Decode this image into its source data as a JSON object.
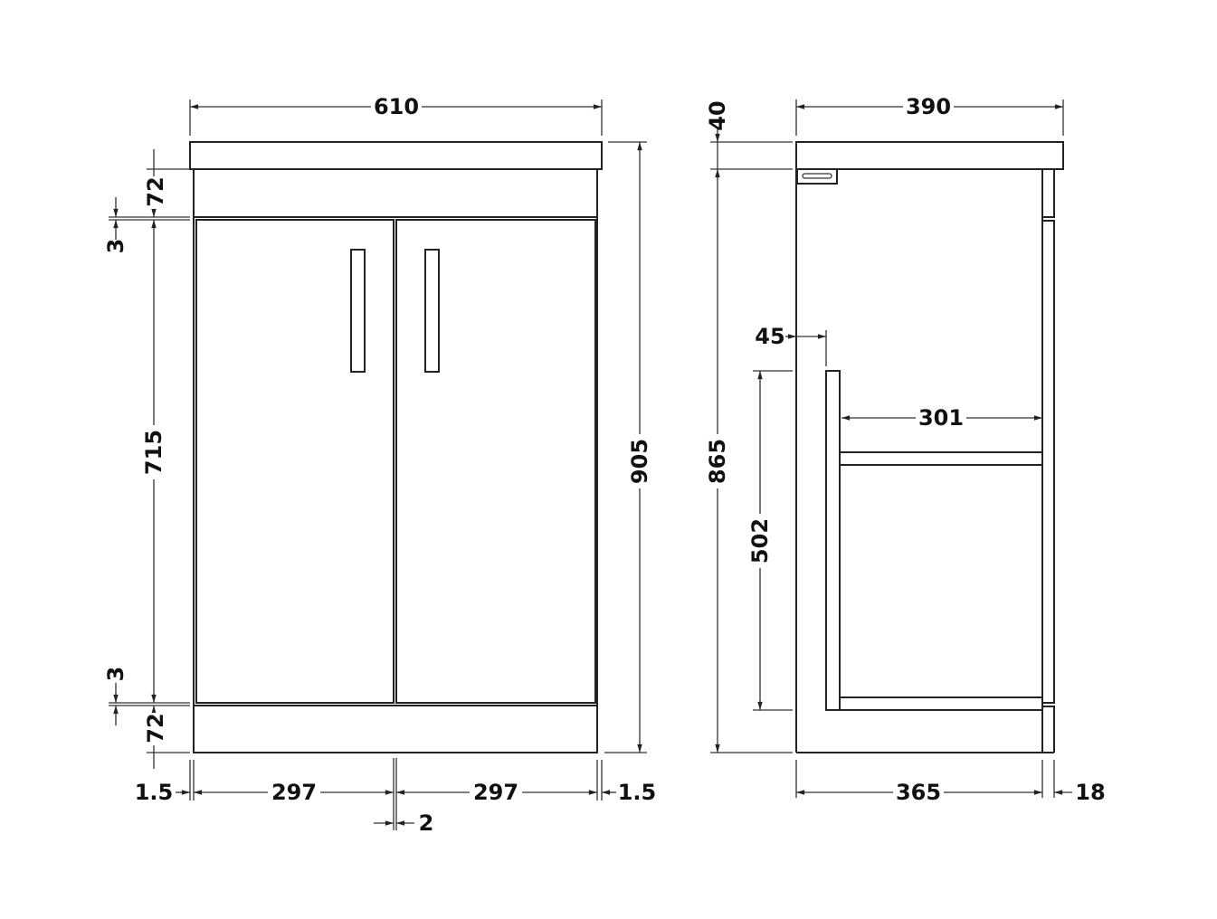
{
  "front_view": {
    "overall_width": "610",
    "overall_height": "905",
    "top_rail_height": "72",
    "top_gap": "3",
    "door_height": "715",
    "bottom_gap": "3",
    "plinth_height": "72",
    "left_side": "1.5",
    "left_door_width": "297",
    "right_door_width": "297",
    "right_side": "1.5",
    "door_gap": "2"
  },
  "side_view": {
    "overall_depth": "390",
    "top_thickness": "40",
    "carcass_height": "865",
    "panel_offset": "45",
    "inner_height": "502",
    "shelf_depth": "301",
    "carcass_depth": "365",
    "door_thickness": "18"
  }
}
